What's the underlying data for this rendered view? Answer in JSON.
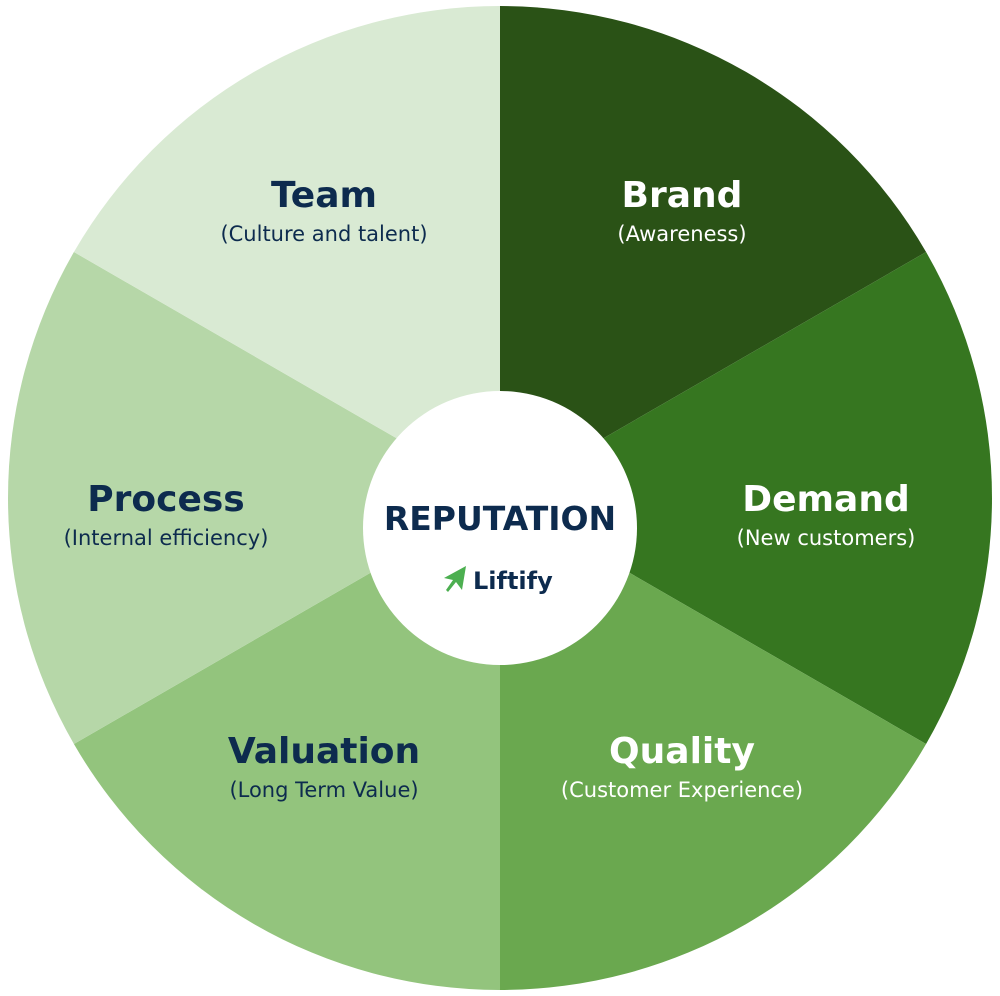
{
  "wheel": {
    "segments": [
      {
        "id": "brand",
        "title": "Brand",
        "subtitle": "(Awareness)",
        "fill": "#2a5216",
        "text_color": "#ffffff"
      },
      {
        "id": "demand",
        "title": "Demand",
        "subtitle": "(New customers)",
        "fill": "#367620",
        "text_color": "#ffffff"
      },
      {
        "id": "quality",
        "title": "Quality",
        "subtitle": "(Customer Experience)",
        "fill": "#6aa84f",
        "text_color": "#ffffff"
      },
      {
        "id": "valuation",
        "title": "Valuation",
        "subtitle": "(Long Term Value)",
        "fill": "#93c47d",
        "text_color": "#0d2b4e"
      },
      {
        "id": "process",
        "title": "Process",
        "subtitle": "(Internal efficiency)",
        "fill": "#b6d7a8",
        "text_color": "#0d2b4e"
      },
      {
        "id": "team",
        "title": "Team",
        "subtitle": "(Culture and talent)",
        "fill": "#d9ead3",
        "text_color": "#0d2b4e"
      }
    ],
    "center": {
      "title": "REPUTATION",
      "logo_text": "Liftify",
      "logo_icon": "liftify-arrow-icon",
      "logo_icon_color": "#4caf50",
      "title_color": "#0d2b4e"
    }
  }
}
